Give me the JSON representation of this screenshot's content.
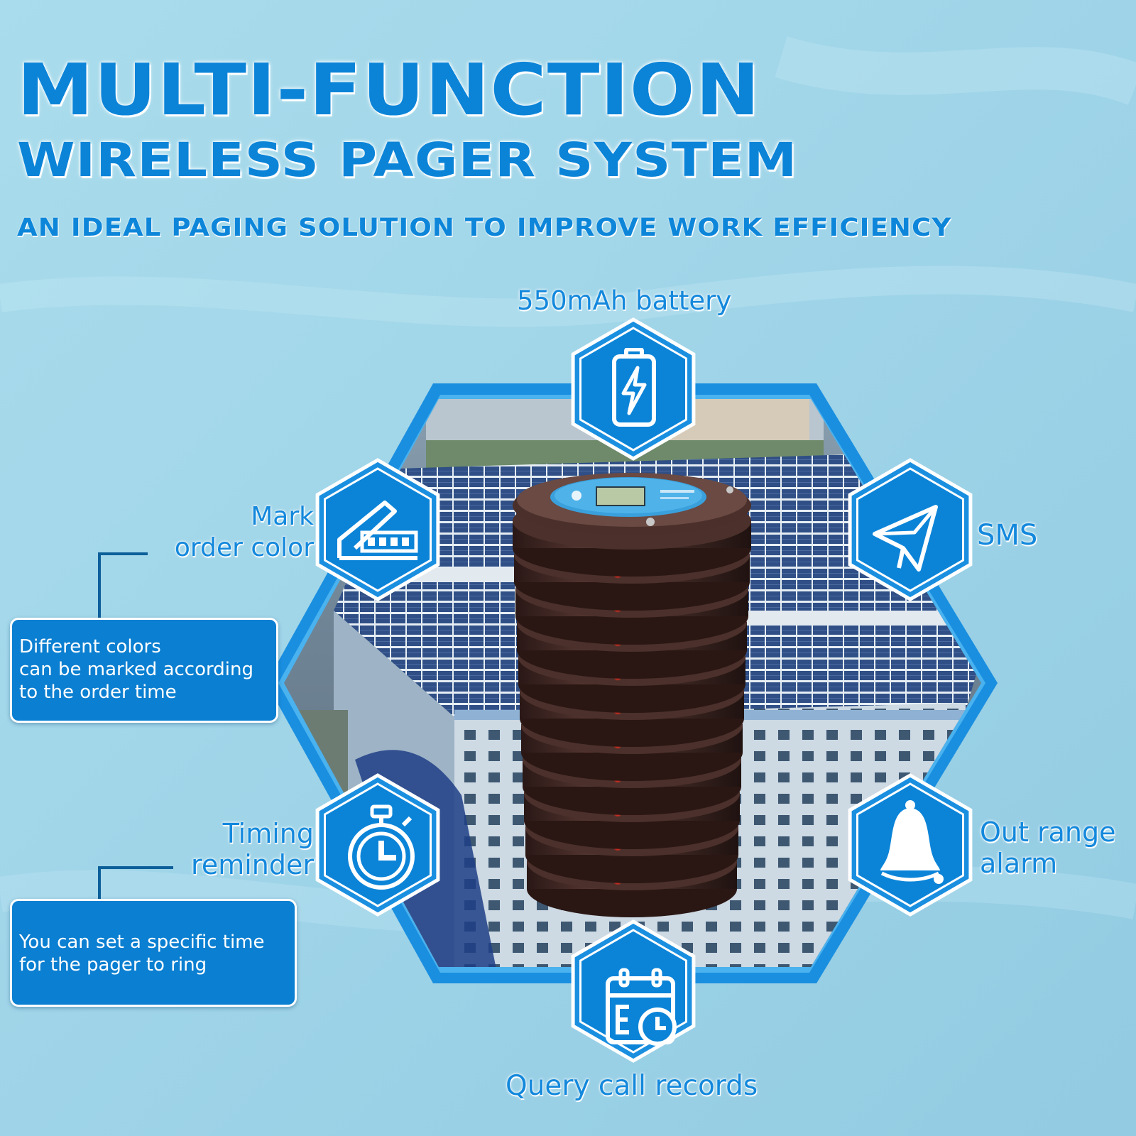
{
  "headline": {
    "title_line1": "MULTI-FUNCTION",
    "title_line2": "WIRELESS PAGER SYSTEM",
    "tagline": "AN IDEAL PAGING SOLUTION TO IMPROVE WORK EFFICIENCY"
  },
  "features": {
    "battery": {
      "label": "550mAh battery",
      "icon": "battery-icon"
    },
    "mark_color": {
      "label_line1": "Mark",
      "label_line2": "order color",
      "icon": "color-marker-icon"
    },
    "sms": {
      "label": "SMS",
      "icon": "envelope-icon"
    },
    "timing": {
      "label_line1": "Timing",
      "label_line2": "reminder",
      "icon": "stopwatch-icon"
    },
    "out_range": {
      "label_line1": "Out range",
      "label_line2": "alarm",
      "icon": "bell-icon"
    },
    "query": {
      "label": "Query call records",
      "icon": "calendar-clock-icon"
    }
  },
  "descriptions": {
    "mark_color": [
      "Different colors",
      "can be marked according",
      "to the order  time"
    ],
    "timing": [
      "You can set a specific time",
      "for the pager to ring"
    ]
  },
  "colors": {
    "accent_blue": "#0b84d8",
    "hex_frame": "#1a8fe0",
    "box_blue": "#0b7fd1",
    "pager_dark": "#3a2522",
    "led_red": "#ff2a1a"
  }
}
